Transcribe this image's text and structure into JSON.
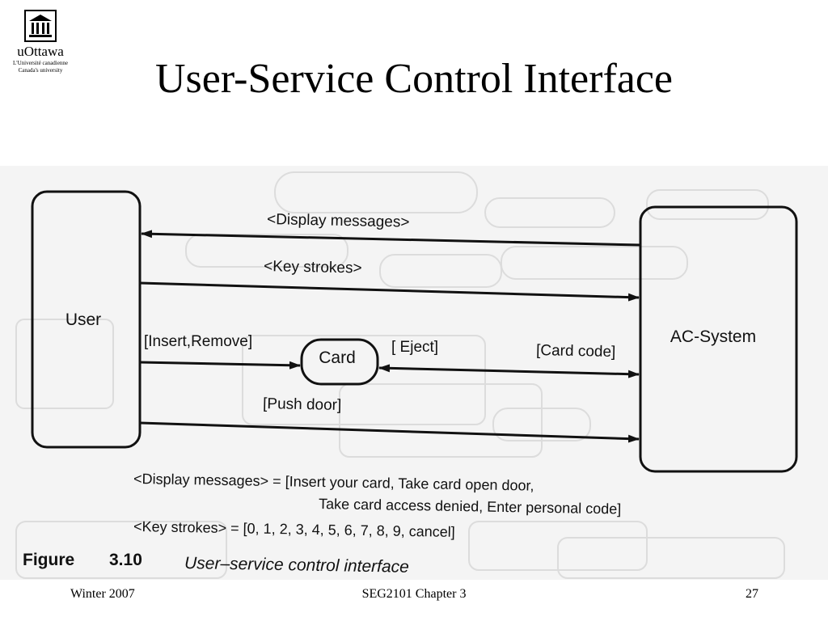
{
  "logo": {
    "wordmark": "uOttawa",
    "line1": "L'Université canadienne",
    "line2": "Canada's university"
  },
  "title": "User-Service Control Interface",
  "diagram": {
    "nodes": {
      "user": "User",
      "card": "Card",
      "system": "AC-System"
    },
    "edges": {
      "display": "<Display messages>",
      "keys": "<Key strokes>",
      "insert": "[Insert,Remove]",
      "eject": "[ Eject]",
      "cardcode": "[Card code]",
      "push": "[Push door]"
    },
    "definitions": {
      "display_line1": "<Display messages> = [Insert your card, Take card open door,",
      "display_line2": "Take card access denied, Enter personal code]",
      "keys_line": "<Key strokes> = [0, 1, 2, 3, 4, 5, 6, 7, 8, 9, cancel]"
    },
    "caption": {
      "label": "Figure",
      "number": "3.10",
      "text": "User–service control interface"
    }
  },
  "footer": {
    "left": "Winter 2007",
    "center": "SEG2101 Chapter 3",
    "right": "27"
  }
}
